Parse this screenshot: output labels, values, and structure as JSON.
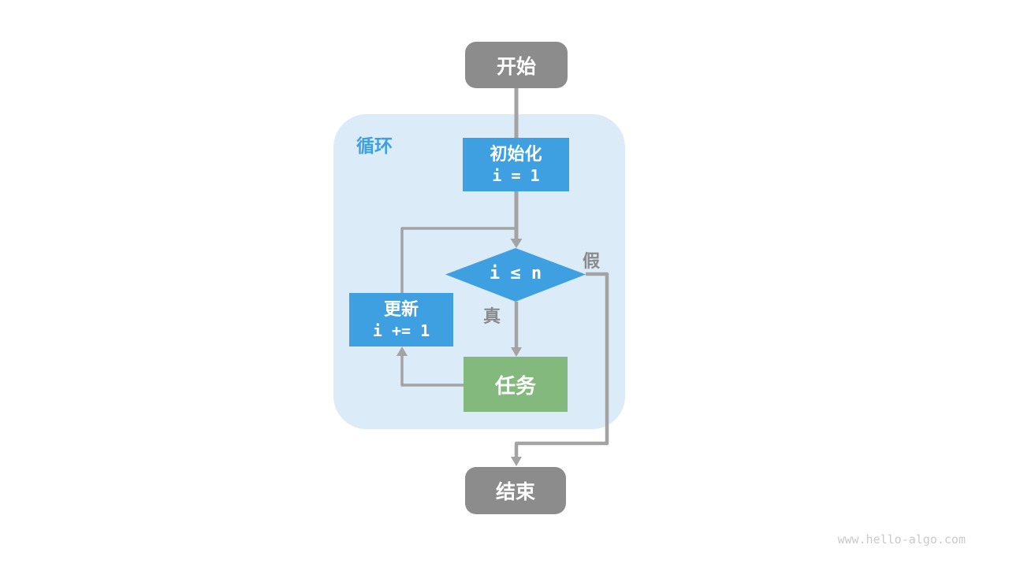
{
  "colors": {
    "accent-blue": "#3EA0E1",
    "region-bg": "#DCEBF8",
    "green-node": "#84B97D",
    "gray-node": "#8C8C8C",
    "line-gray": "#A3A3A3",
    "label-gray": "#8A8A8A",
    "watermark-gray": "#CACACA"
  },
  "diagram": {
    "region_label": "循环",
    "nodes": {
      "start": {
        "label": "开始"
      },
      "init": {
        "label": "初始化",
        "code": "i = 1"
      },
      "condition": {
        "label": "i ≤ n"
      },
      "update": {
        "label": "更新",
        "code": "i += 1"
      },
      "task": {
        "label": "任务"
      },
      "end": {
        "label": "结束"
      }
    },
    "edge_labels": {
      "true_branch": "真",
      "false_branch": "假"
    }
  },
  "watermark": "www.hello-algo.com"
}
